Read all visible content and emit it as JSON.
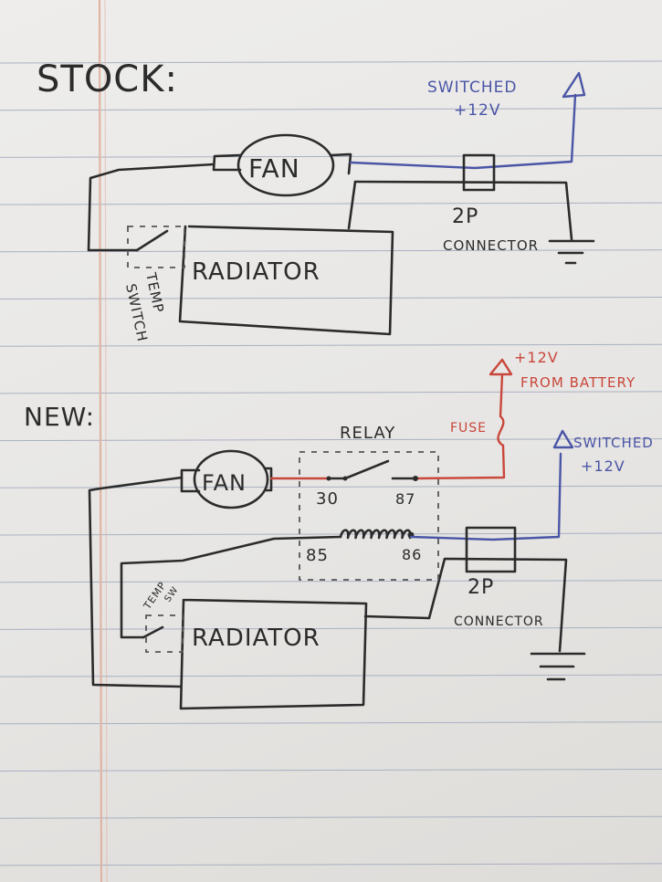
{
  "colors": {
    "paper": "#e9e8e6",
    "ruled_line": "#a9b0c0",
    "margin_line": "#e0b4a4",
    "ink_black": "#2b2b2b",
    "ink_blue": "#4a55a6",
    "ink_red": "#c9463a"
  },
  "stock": {
    "heading": "STOCK:",
    "fan_label": "FAN",
    "radiator_label": "RADIATOR",
    "temp_switch_label_line1": "TEMP",
    "temp_switch_label_line2": "SWITCH",
    "switched_label_line1": "SWITCHED",
    "switched_label_line2": "+12V",
    "connector_label_line1": "2P",
    "connector_label_line2": "CONNECTOR"
  },
  "new": {
    "heading": "NEW:",
    "fan_label": "FAN",
    "radiator_label": "RADIATOR",
    "temp_switch_label_line1": "TEMP",
    "temp_switch_label_line2": "SW",
    "relay_label": "RELAY",
    "relay_pins": [
      "30",
      "87",
      "85",
      "86"
    ],
    "fuse_label": "FUSE",
    "battery_label_line1": "+12V",
    "battery_label_line2": "FROM BATTERY",
    "switched_label_line1": "SWITCHED",
    "switched_label_line2": "+12V",
    "connector_label_line1": "2P",
    "connector_label_line2": "CONNECTOR"
  }
}
